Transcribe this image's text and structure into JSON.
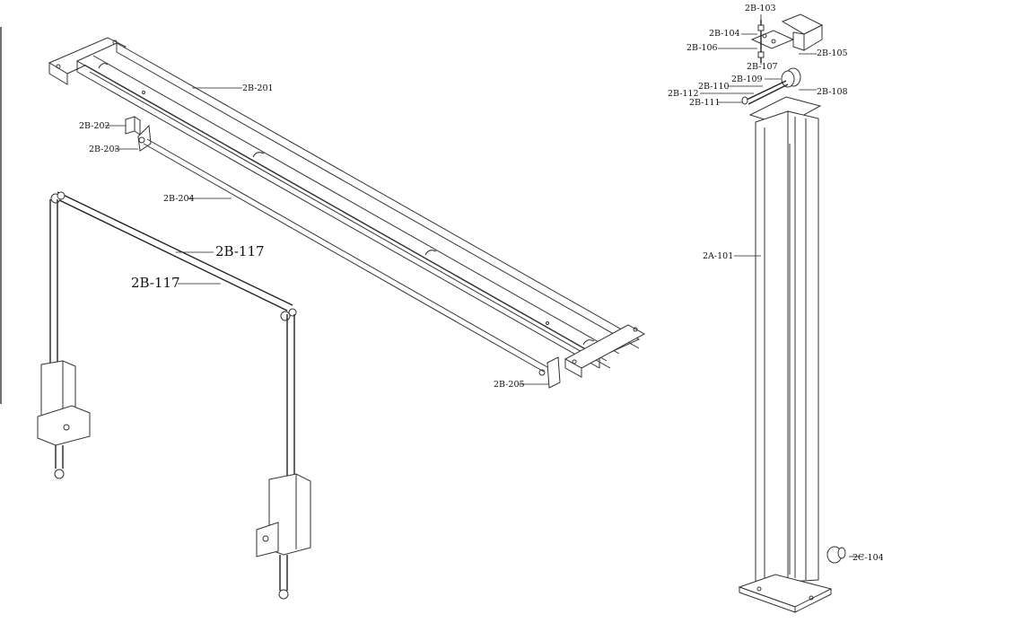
{
  "labels": {
    "p2B201": "2B-201",
    "p2B202": "2B-202",
    "p2B203": "2B-203",
    "p2B204": "2B-204",
    "p2B205": "2B-205",
    "p2B117a": "2B-117",
    "p2B117b": "2B-117",
    "p2B103": "2B-103",
    "p2B104": "2B-104",
    "p2B106": "2B-106",
    "p2B105": "2B-105",
    "p2B107": "2B-107",
    "p2B109": "2B-109",
    "p2B110": "2B-110",
    "p2B112": "2B-112",
    "p2B108": "2B-108",
    "p2B111": "2B-111",
    "p2A101": "2A-101",
    "p2C104": "2C-104"
  }
}
